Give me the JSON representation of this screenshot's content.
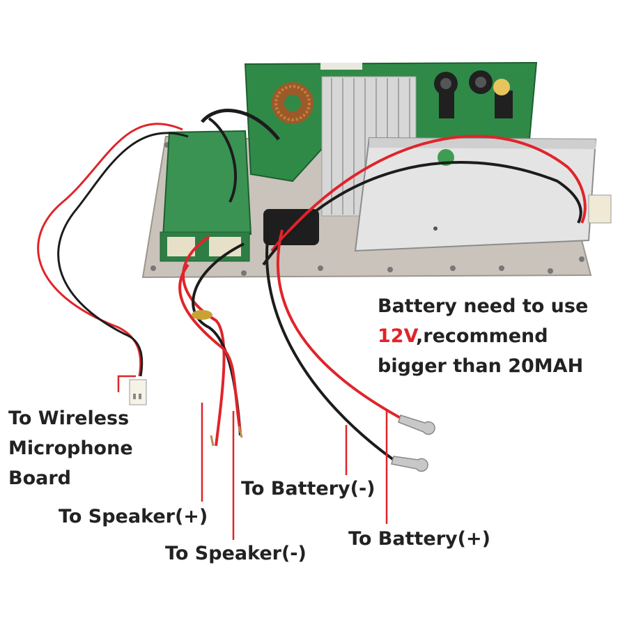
{
  "battery_note": {
    "line1": "Battery need to use",
    "voltage": "12V",
    "line2_rest": ",recommend",
    "line3": "bigger than 20MAH"
  },
  "labels": {
    "wireless_line1": "To Wireless",
    "wireless_line2": "Microphone",
    "wireless_line3": "Board",
    "speaker_plus": "To Speaker(+)",
    "speaker_minus": "To Speaker(-)",
    "battery_minus": "To Battery(-)",
    "battery_plus": "To Battery(+)"
  },
  "colors": {
    "wire_red": "#e0242a",
    "wire_black": "#1c1c1c",
    "pcb_green": "#2f8a47",
    "plate": "#c9c3bb",
    "heatsink": "#d7d7d7"
  }
}
